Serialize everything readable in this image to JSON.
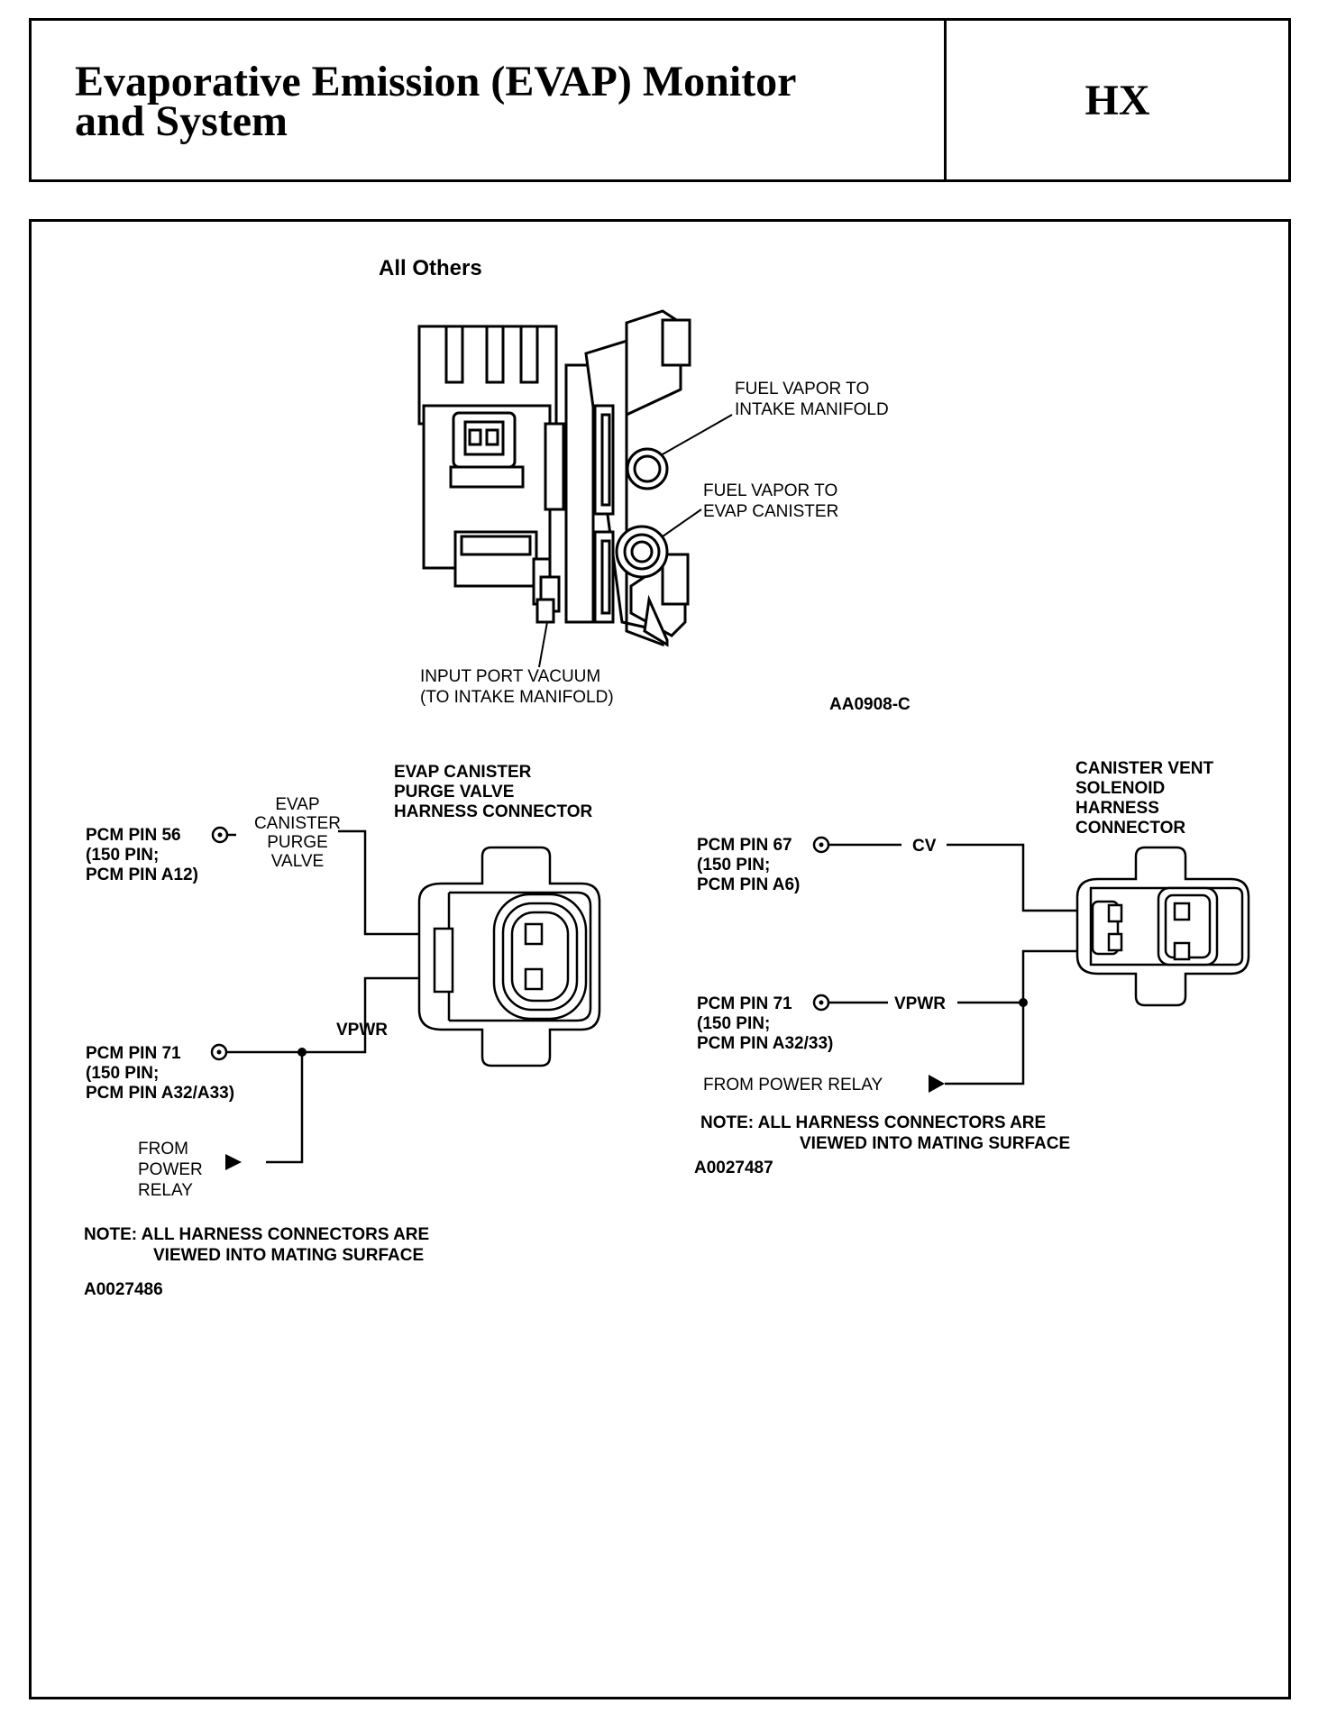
{
  "header": {
    "title_line1": "Evaporative Emission (EVAP) Monitor",
    "title_line2": "and System",
    "code": "HX"
  },
  "top_figure": {
    "heading": "All Others",
    "label_intake_1": "FUEL VAPOR TO",
    "label_intake_2": "INTAKE MANIFOLD",
    "label_canister_1": "FUEL VAPOR TO",
    "label_canister_2": "EVAP CANISTER",
    "label_input_1": "INPUT PORT VACUUM",
    "label_input_2": "(TO INTAKE MANIFOLD)",
    "figure_id": "AA0908-C"
  },
  "left_diagram": {
    "connector_title_1": "EVAP CANISTER",
    "connector_title_2": "PURGE VALVE",
    "connector_title_3": "HARNESS CONNECTOR",
    "pin56_1": "PCM PIN 56",
    "pin56_2": "(150 PIN;",
    "pin56_3": "PCM PIN A12)",
    "valve_1": "EVAP",
    "valve_2": "CANISTER",
    "valve_3": "PURGE",
    "valve_4": "VALVE",
    "vpwr": "VPWR",
    "pin71_1": "PCM PIN 71",
    "pin71_2": "(150 PIN;",
    "pin71_3": "PCM PIN A32/A33)",
    "relay_1": "FROM",
    "relay_2": "POWER",
    "relay_3": "RELAY",
    "note_1": "NOTE: ALL HARNESS CONNECTORS ARE",
    "note_2": "VIEWED INTO MATING SURFACE",
    "figure_id": "A0027486"
  },
  "right_diagram": {
    "connector_title_1": "CANISTER VENT",
    "connector_title_2": "SOLENOID",
    "connector_title_3": "HARNESS",
    "connector_title_4": "CONNECTOR",
    "pin67_1": "PCM PIN 67",
    "pin67_2": "(150 PIN;",
    "pin67_3": "PCM PIN A6)",
    "cv": "CV",
    "pin71_1": "PCM PIN 71",
    "pin71_2": "(150 PIN;",
    "pin71_3": "PCM PIN A32/33)",
    "vpwr": "VPWR",
    "relay": "FROM POWER RELAY",
    "note_1": "NOTE: ALL HARNESS CONNECTORS ARE",
    "note_2": "VIEWED INTO MATING SURFACE",
    "figure_id": "A0027487"
  }
}
